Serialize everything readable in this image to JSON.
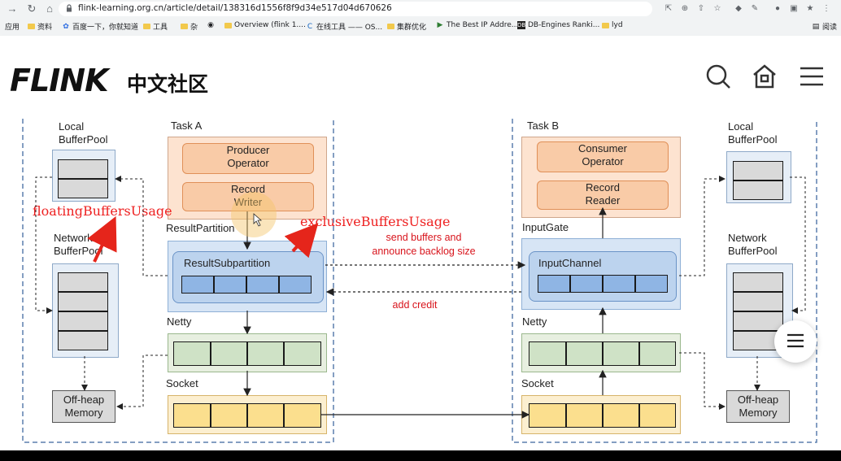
{
  "browser": {
    "url": "flink-learning.org.cn/article/detail/138316d1556f8f9d34e517d04d670626",
    "bookmarks": [
      {
        "label": "应用",
        "icon": "apps-icon"
      },
      {
        "label": "资料",
        "icon": "folder-icon"
      },
      {
        "label": "百度一下，你就知道",
        "icon": "baidu-icon"
      },
      {
        "label": "工具",
        "icon": "folder-icon"
      },
      {
        "label": "杂",
        "icon": "folder-icon"
      },
      {
        "label": "",
        "icon": "globe-icon"
      },
      {
        "label": "Overview (flink 1....",
        "icon": "folder-icon"
      },
      {
        "label": "在线工具 —— OS...",
        "icon": "c-icon"
      },
      {
        "label": "集群优化",
        "icon": "folder-icon"
      },
      {
        "label": "The Best IP Addre...",
        "icon": "ip-icon"
      },
      {
        "label": "DB-Engines Ranki...",
        "icon": "db-icon"
      },
      {
        "label": "lyd",
        "icon": "folder-icon"
      },
      {
        "label": "阅读",
        "icon": "reading-icon"
      }
    ]
  },
  "site": {
    "logo_en": "FLINK",
    "logo_cn": "中文社区"
  },
  "diagram": {
    "left": {
      "local_bufferpool": "Local\nBufferPool",
      "network_bufferpool": "Network\nBufferPool",
      "task": "Task A",
      "producer": "Producer\nOperator",
      "record_writer": "Record\nWriter",
      "result_partition": "ResultPartition",
      "result_subpartition": "ResultSubpartition",
      "netty": "Netty",
      "socket": "Socket",
      "offheap": "Off-heap\nMemory"
    },
    "right": {
      "task": "Task B",
      "consumer": "Consumer\nOperator",
      "record_reader": "Record\nReader",
      "input_gate": "InputGate",
      "input_channel": "InputChannel",
      "netty": "Netty",
      "socket": "Socket",
      "local_bufferpool": "Local\nBufferPool",
      "network_bufferpool": "Network\nBufferPool",
      "offheap": "Off-heap\nMemory"
    },
    "send_buffers": "send buffers and\nannounce backlog size",
    "add_credit": "add credit",
    "annotation_floating": "floatingBuffersUsage",
    "annotation_exclusive": "exclusiveBuffersUsage"
  },
  "colors": {
    "orange_box": "#f9cba7",
    "blue_panel": "#d7e5f5",
    "green_panel": "#e7efe0",
    "yellow_panel": "#fcefd0",
    "annotation_red": "#ee2020"
  }
}
